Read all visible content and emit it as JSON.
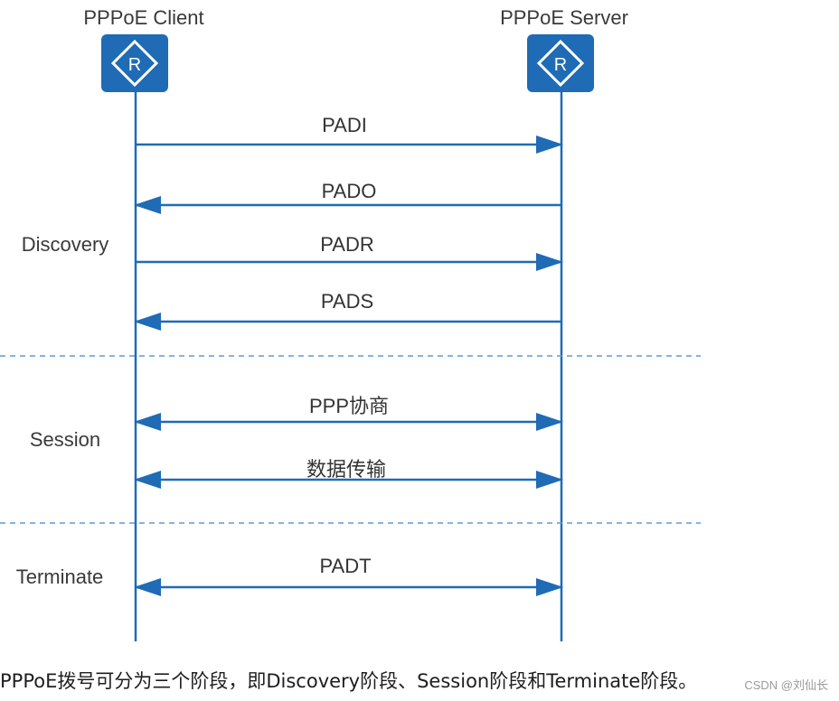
{
  "actors": {
    "client": {
      "label": "PPPoE Client",
      "icon": "router-icon",
      "icon_text": "R"
    },
    "server": {
      "label": "PPPoE Server",
      "icon": "router-icon",
      "icon_text": "R"
    }
  },
  "phases": [
    {
      "id": "discovery",
      "label": "Discovery"
    },
    {
      "id": "session",
      "label": "Session"
    },
    {
      "id": "terminate",
      "label": "Terminate"
    }
  ],
  "messages": [
    {
      "label": "PADI",
      "direction": "client-to-server",
      "phase": "discovery"
    },
    {
      "label": "PADO",
      "direction": "server-to-client",
      "phase": "discovery"
    },
    {
      "label": "PADR",
      "direction": "client-to-server",
      "phase": "discovery"
    },
    {
      "label": "PADS",
      "direction": "server-to-client",
      "phase": "discovery"
    },
    {
      "label": "PPP协商",
      "direction": "bidirectional",
      "phase": "session"
    },
    {
      "label": "数据传输",
      "direction": "bidirectional",
      "phase": "session"
    },
    {
      "label": "PADT",
      "direction": "bidirectional",
      "phase": "terminate"
    }
  ],
  "caption": "PPPoE拨号可分为三个阶段，即Discovery阶段、Session阶段和Terminate阶段。",
  "watermark": "CSDN @刘仙长",
  "colors": {
    "line": "#1f6bb5",
    "router": "#1f6bb5",
    "divider": "#5b9bd5",
    "text": "#333333"
  }
}
